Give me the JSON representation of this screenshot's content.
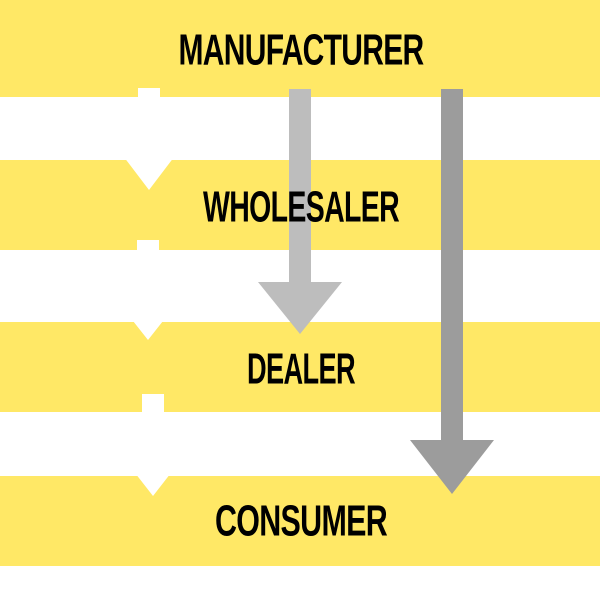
{
  "colors": {
    "band": "#FFE866",
    "arrow_white": "#FFFFFF",
    "arrow_light_gray": "#BDBDBD",
    "arrow_dark_gray": "#9C9C9C",
    "text": "#000000"
  },
  "levels": [
    {
      "id": "manufacturer",
      "label": "MANUFACTURER"
    },
    {
      "id": "wholesaler",
      "label": "WHOLESALER"
    },
    {
      "id": "dealer",
      "label": "DEALER"
    },
    {
      "id": "consumer",
      "label": "CONSUMER"
    }
  ],
  "flows": [
    {
      "from": "manufacturer",
      "to": "wholesaler",
      "color": "arrow_white"
    },
    {
      "from": "wholesaler",
      "to": "dealer",
      "color": "arrow_white"
    },
    {
      "from": "dealer",
      "to": "consumer",
      "color": "arrow_white"
    },
    {
      "from": "manufacturer",
      "to": "dealer",
      "color": "arrow_light_gray"
    },
    {
      "from": "manufacturer",
      "to": "consumer",
      "color": "arrow_dark_gray"
    }
  ]
}
